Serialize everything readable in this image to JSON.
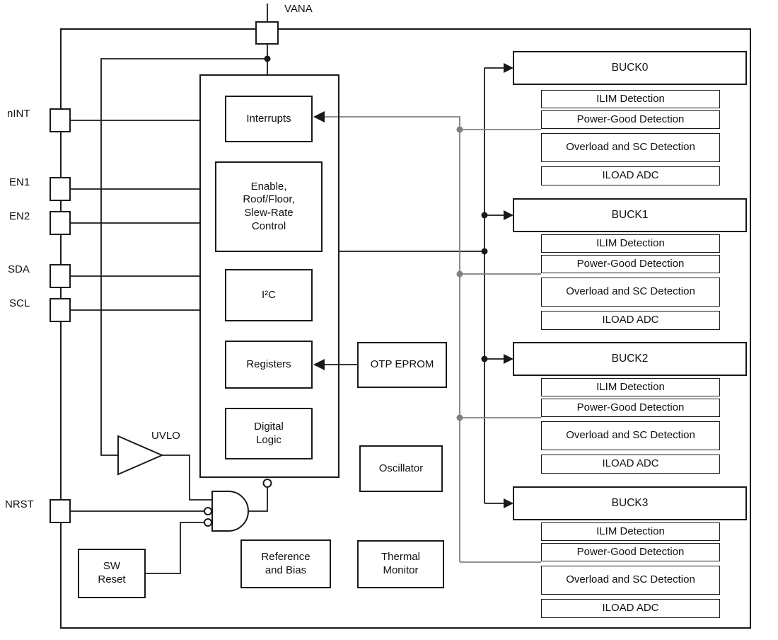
{
  "pins": {
    "vana": "VANA",
    "nint": "nINT",
    "en1": "EN1",
    "en2": "EN2",
    "sda": "SDA",
    "scl": "SCL",
    "nrst": "NRST"
  },
  "core": {
    "interrupts": "Interrupts",
    "enable": "Enable,\nRoof/Floor,\nSlew-Rate\nControl",
    "i2c": "I²C",
    "registers": "Registers",
    "digital_logic": "Digital\nLogic"
  },
  "blocks": {
    "otp": "OTP EPROM",
    "oscillator": "Oscillator",
    "thermal": "Thermal\nMonitor",
    "reference": "Reference\nand Bias",
    "sw_reset": "SW\nReset",
    "uvlo": "UVLO"
  },
  "bucks": [
    {
      "name": "BUCK0",
      "rows": [
        "ILIM Detection",
        "Power-Good Detection",
        "Overload and SC Detection",
        "ILOAD ADC"
      ]
    },
    {
      "name": "BUCK1",
      "rows": [
        "ILIM Detection",
        "Power-Good Detection",
        "Overload and SC Detection",
        "ILOAD ADC"
      ]
    },
    {
      "name": "BUCK2",
      "rows": [
        "ILIM Detection",
        "Power-Good Detection",
        "Overload and SC Detection",
        "ILOAD ADC"
      ]
    },
    {
      "name": "BUCK3",
      "rows": [
        "ILIM Detection",
        "Power-Good Detection",
        "Overload and SC Detection",
        "ILOAD ADC"
      ]
    }
  ],
  "colors": {
    "line": "#1a1a1a",
    "interrupt_line": "#808080",
    "background": "#ffffff",
    "text": "#111111",
    "box_fill": "#ffffff"
  }
}
